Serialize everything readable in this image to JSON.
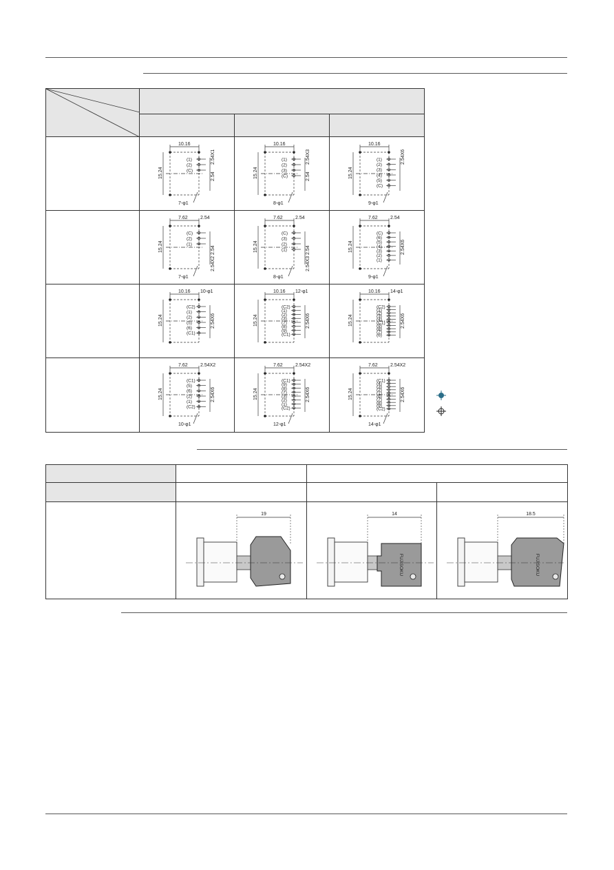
{
  "diagrams": [
    {
      "name": "pcb-diagram-row1-col1",
      "dims": [
        "10.16",
        "15.24",
        "2.54X1",
        "2.54",
        "7-φ1"
      ],
      "pins": [
        "(1)",
        "(2)",
        "(C)"
      ]
    },
    {
      "name": "pcb-diagram-row1-col2",
      "dims": [
        "10.16",
        "15.24",
        "2.54X3",
        "2.54",
        "8-φ1"
      ],
      "pins": [
        "(1)",
        "(2)",
        "(3)",
        "(C)"
      ]
    },
    {
      "name": "pcb-diagram-row1-col3",
      "dims": [
        "10.16",
        "15.24",
        "2.54X6",
        "9-φ1"
      ],
      "pins": [
        "(1)",
        "(2)",
        "(3)",
        "(4)",
        "(5)",
        "(C)"
      ]
    },
    {
      "name": "pcb-diagram-row2-col1",
      "dims": [
        "7.62",
        "2.54",
        "15.24",
        "2.54",
        "2.54X2",
        "7-φ1"
      ],
      "pins": [
        "(C)",
        "(2)",
        "(1)"
      ]
    },
    {
      "name": "pcb-diagram-row2-col2",
      "dims": [
        "7.62",
        "2.54",
        "15.24",
        "2.54",
        "2.54X3",
        "8-φ1"
      ],
      "pins": [
        "(C)",
        "(3)",
        "(2)",
        "(1)"
      ]
    },
    {
      "name": "pcb-diagram-row2-col3",
      "dims": [
        "7.62",
        "2.54",
        "15.24",
        "2.54X6",
        "9-φ1"
      ],
      "pins": [
        "(C)",
        "(6)",
        "(5)",
        "(4)",
        "(3)",
        "(2)",
        "(1)"
      ]
    },
    {
      "name": "pcb-diagram-row3-col1",
      "dims": [
        "10.16",
        "10-φ1",
        "15.24",
        "2.54X6"
      ],
      "pins": [
        "(C2)",
        "(1)",
        "(2)",
        "(5)",
        "(6)",
        "(C1)"
      ]
    },
    {
      "name": "pcb-diagram-row3-col2",
      "dims": [
        "10.16",
        "12-φ1",
        "15.24",
        "2.54X6"
      ],
      "pins": [
        "(C2)",
        "(1)",
        "(2)",
        "(3)",
        "(7)",
        "(8)",
        "(9)",
        "(C1)"
      ]
    },
    {
      "name": "pcb-diagram-row3-col3",
      "dims": [
        "10.16",
        "14-φ1",
        "15.24",
        "2.54X6"
      ],
      "pins": [
        "(C2)",
        "(1)",
        "(2)",
        "(3)",
        "(4)",
        "(C1)",
        "(9)",
        "(8)",
        "(7)",
        "(6)"
      ]
    },
    {
      "name": "pcb-diagram-row4-col1",
      "dims": [
        "7.62",
        "2.54X2",
        "15.24",
        "2.54X6",
        "10-φ1"
      ],
      "pins": [
        "(C1)",
        "(5)",
        "(6)",
        "(2)",
        "(1)",
        "(C2)"
      ]
    },
    {
      "name": "pcb-diagram-row4-col2",
      "dims": [
        "7.62",
        "2.54X2",
        "15.24",
        "2.54X6",
        "12-φ1"
      ],
      "pins": [
        "(C1)",
        "(9)",
        "(8)",
        "(7)",
        "(3)",
        "(2)",
        "(1)",
        "(C2)"
      ]
    },
    {
      "name": "pcb-diagram-row4-col3",
      "dims": [
        "7.62",
        "2.54X2",
        "15.24",
        "2.54X6",
        "14-φ1"
      ],
      "pins": [
        "(C1)",
        "(4)",
        "(3)",
        "(2)",
        "(1)",
        "(6)",
        "(7)",
        "(8)",
        "(9)",
        "(C2)"
      ]
    }
  ],
  "keys": [
    {
      "name": "key-drawing-1",
      "dimension": "19"
    },
    {
      "name": "key-drawing-2",
      "dimension": "14",
      "brand": "FUJISOKU"
    },
    {
      "name": "key-drawing-3",
      "dimension": "18.5",
      "brand": "FUJISOKU"
    }
  ],
  "colors": {
    "header_bg": "#e6e6e6",
    "line": "#333333",
    "legend_marker": "#2a6d88",
    "key_fill": "#9a9a9a"
  },
  "legend": [
    {
      "icon": "filled-crosshair-pin-icon"
    },
    {
      "icon": "open-crosshair-pin-icon"
    }
  ]
}
